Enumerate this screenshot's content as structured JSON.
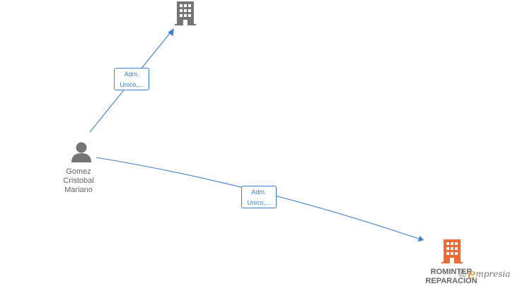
{
  "nodes": {
    "person": {
      "lines": [
        "Gomez",
        "Cristobal",
        "Mariano"
      ],
      "icon": "person-icon",
      "color": "#757575"
    },
    "company_top": {
      "icon": "building-icon",
      "color": "#757575"
    },
    "company_bottom": {
      "lines": [
        "ROMINTER",
        "REPARACION"
      ],
      "icon": "building-icon",
      "color": "#f06a35"
    }
  },
  "edges": [
    {
      "from": "person",
      "to": "company_top",
      "label_lines": [
        "Adm.",
        "Unico,..."
      ]
    },
    {
      "from": "person",
      "to": "company_bottom",
      "label_lines": [
        "Adm.",
        "Unico,..."
      ]
    }
  ],
  "watermark": {
    "symbol": "©",
    "brand_initial": "e",
    "brand_rest": "mpresia",
    "accent": "#f08a24"
  }
}
